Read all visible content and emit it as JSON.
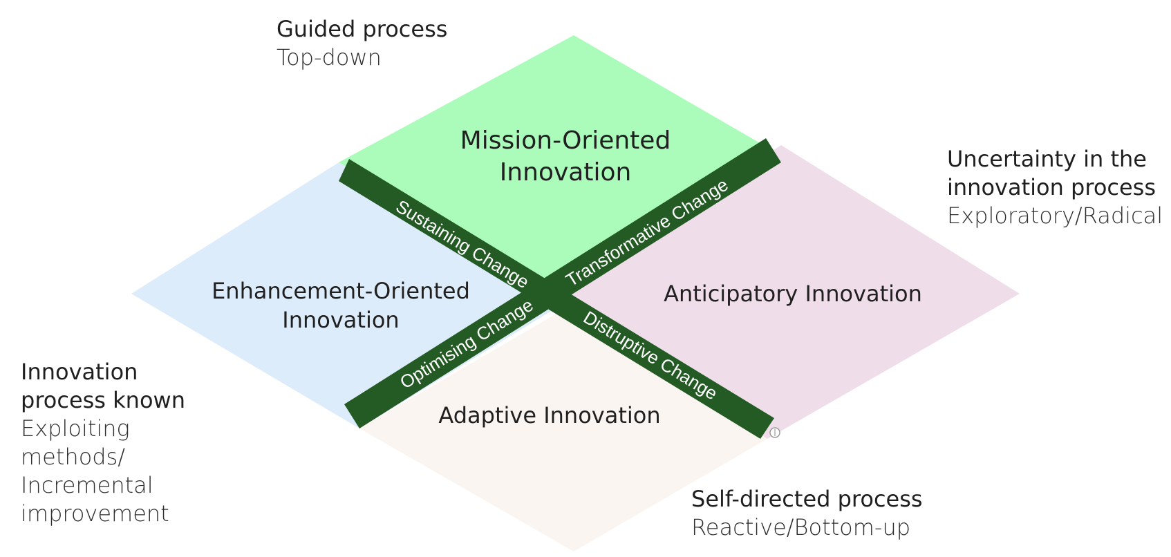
{
  "corners": {
    "top": {
      "title": "Guided process",
      "subtitle": "Top-down"
    },
    "right": {
      "title_line1": "Uncertainty in the",
      "title_line2": "innovation process",
      "subtitle": "Exploratory/Radical"
    },
    "left": {
      "title_line1": "Innovation",
      "title_line2": "process known",
      "sub_line1": "Exploiting",
      "sub_line2": "methods/",
      "sub_line3": "Incremental",
      "sub_line4": "improvement"
    },
    "bottom": {
      "title": "Self-directed process",
      "subtitle": "Reactive/Bottom-up"
    }
  },
  "quadrants": {
    "top": {
      "line1": "Mission-Oriented",
      "line2": "Innovation",
      "color": "#abfbbb"
    },
    "left": {
      "line1": "Enhancement-Oriented",
      "line2": "Innovation",
      "color": "#ddecfa"
    },
    "right": {
      "label": "Anticipatory Innovation",
      "color": "#efdeea"
    },
    "bottom": {
      "label": "Adaptive Innovation",
      "color": "#fbf5f1"
    }
  },
  "bands": {
    "color": "#245b24",
    "sustaining": "Sustaining Change",
    "transformative": "Transformative Change",
    "optimising": "Optimising Change",
    "disruptive": "Distruptive Change"
  }
}
